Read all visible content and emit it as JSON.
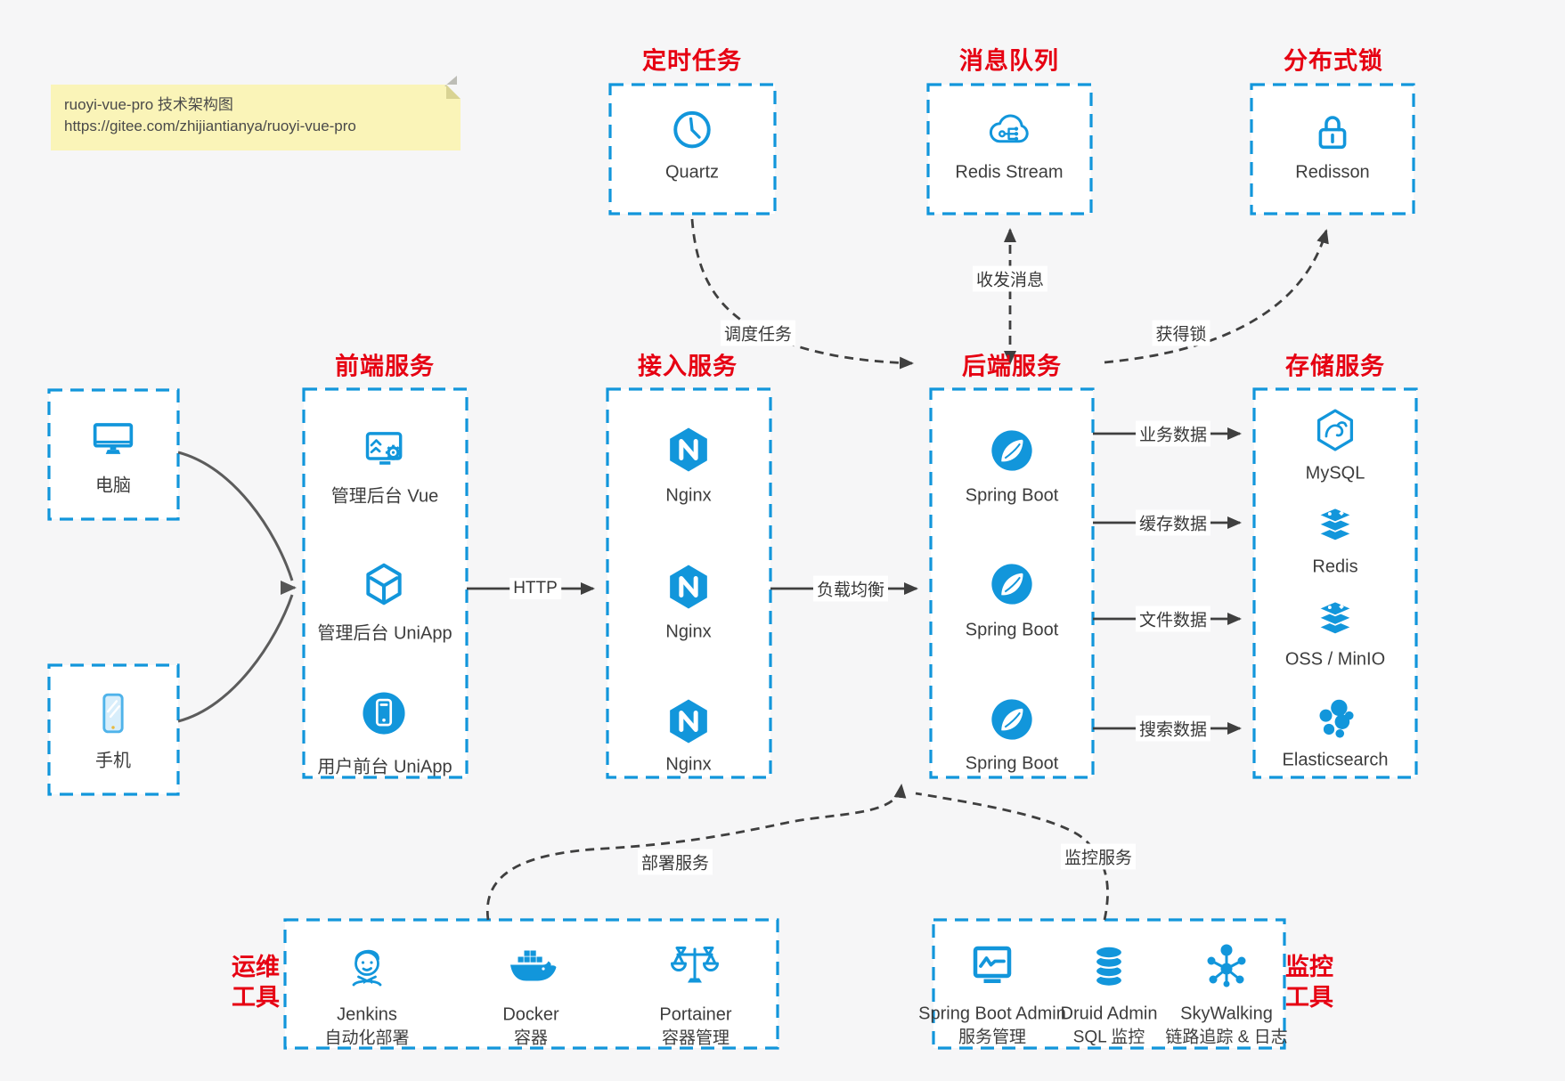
{
  "note": {
    "line1": "ruoyi-vue-pro 技术架构图",
    "line2": "https://gitee.com/zhijiantianya/ruoyi-vue-pro"
  },
  "colors": {
    "accent": "#1296db",
    "title_red": "#e60012",
    "line_dark": "#3f3f3f",
    "line_gray": "#5c5c5c",
    "note_bg": "#faf4b8",
    "canvas_bg": "#f6f6f7",
    "box_fill": "#ffffff"
  },
  "groups": {
    "scheduler": {
      "title": "定时任务",
      "items": [
        {
          "label": "Quartz",
          "icon": "clock-icon"
        }
      ]
    },
    "message_queue": {
      "title": "消息队列",
      "items": [
        {
          "label": "Redis Stream",
          "icon": "cloud-mq-icon"
        }
      ]
    },
    "distributed_lock": {
      "title": "分布式锁",
      "items": [
        {
          "label": "Redisson",
          "icon": "lock-icon"
        }
      ]
    },
    "clients": {
      "items": [
        {
          "label": "电脑",
          "icon": "desktop-icon"
        },
        {
          "label": "手机",
          "icon": "smartphone-icon"
        }
      ]
    },
    "frontend": {
      "title": "前端服务",
      "items": [
        {
          "label": "管理后台 Vue",
          "icon": "admin-vue-icon"
        },
        {
          "label": "管理后台 UniApp",
          "icon": "uniapp-cube-icon"
        },
        {
          "label": "用户前台 UniApp",
          "icon": "user-app-icon"
        }
      ]
    },
    "gateway": {
      "title": "接入服务",
      "items": [
        {
          "label": "Nginx",
          "icon": "nginx-icon"
        },
        {
          "label": "Nginx",
          "icon": "nginx-icon"
        },
        {
          "label": "Nginx",
          "icon": "nginx-icon"
        }
      ]
    },
    "backend": {
      "title": "后端服务",
      "items": [
        {
          "label": "Spring Boot",
          "icon": "spring-boot-icon"
        },
        {
          "label": "Spring Boot",
          "icon": "spring-boot-icon"
        },
        {
          "label": "Spring Boot",
          "icon": "spring-boot-icon"
        }
      ]
    },
    "storage": {
      "title": "存储服务",
      "items": [
        {
          "label": "MySQL",
          "icon": "mysql-icon"
        },
        {
          "label": "Redis",
          "icon": "redis-icon"
        },
        {
          "label": "OSS / MinIO",
          "icon": "redis-icon"
        },
        {
          "label": "Elasticsearch",
          "icon": "elasticsearch-icon"
        }
      ]
    },
    "ops_tools": {
      "title_line1": "运维",
      "title_line2": "工具",
      "items": [
        {
          "label": "Jenkins",
          "sublabel": "自动化部署",
          "icon": "jenkins-icon"
        },
        {
          "label": "Docker",
          "sublabel": "容器",
          "icon": "docker-icon"
        },
        {
          "label": "Portainer",
          "sublabel": "容器管理",
          "icon": "portainer-icon"
        }
      ]
    },
    "monitor_tools": {
      "title_line1": "监控",
      "title_line2": "工具",
      "items": [
        {
          "label": "Spring Boot Admin",
          "sublabel": "服务管理",
          "icon": "spring-boot-admin-icon"
        },
        {
          "label": "Druid Admin",
          "sublabel": "SQL 监控",
          "icon": "druid-icon"
        },
        {
          "label": "SkyWalking",
          "sublabel": "链路追踪 & 日志",
          "icon": "skywalking-icon"
        }
      ]
    }
  },
  "edges": {
    "http": "HTTP",
    "load_balance": "负载均衡",
    "dispatch_task": "调度任务",
    "send_receive_msg": "收发消息",
    "acquire_lock": "获得锁",
    "business_data": "业务数据",
    "cache_data": "缓存数据",
    "file_data": "文件数据",
    "search_data": "搜索数据",
    "deploy_service": "部署服务",
    "monitor_service": "监控服务"
  }
}
